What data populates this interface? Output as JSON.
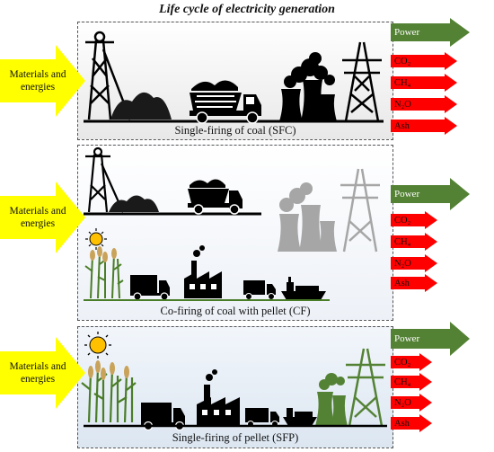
{
  "title": "Life cycle of electricity generation",
  "input_label": "Materials and energies",
  "panels": [
    {
      "caption": "Single-firing of coal (SFC)"
    },
    {
      "caption": "Co-firing of coal with pellet (CF)"
    },
    {
      "caption": "Single-firing of pellet (SFP)"
    }
  ],
  "outputs": {
    "power": "Power",
    "co2": "CO₂",
    "ch4": "CH₄",
    "n2o": "N₂O",
    "ash": "Ash"
  },
  "colors": {
    "input_arrow": "#ffff00",
    "power_arrow": "#548235",
    "emission_arrow": "#ff0000",
    "coal_icons": "#000000",
    "cofiring_plant": "#a6a6a6",
    "pellet_plant": "#548235",
    "sun": "#ffc000",
    "panel_bg_top": "#e8e8e8",
    "panel_bg_mid": "#edf1f7",
    "panel_bg_bottom": "#dce6f1"
  }
}
